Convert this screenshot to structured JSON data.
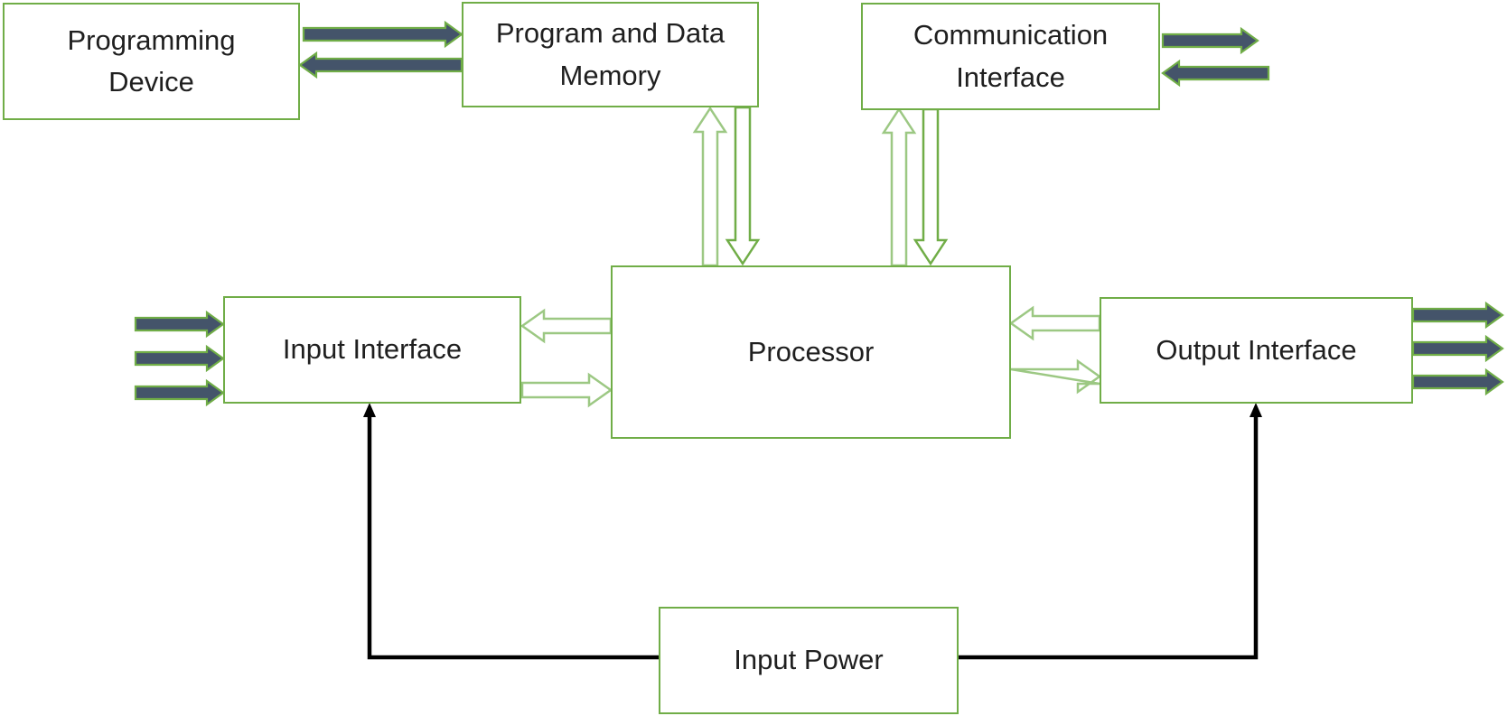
{
  "colors": {
    "box_border_green": "#70AD47",
    "arrow_dark_fill": "#44546A",
    "arrow_green_outline": "#70AD47",
    "arrow_light_green_outline": "#9CC883",
    "power_line_black": "#000000",
    "text": "#1f1f1f",
    "background": "#ffffff"
  },
  "nodes": {
    "programming_device": {
      "label": "Programming\nDevice"
    },
    "program_data_memory": {
      "label": "Program and Data\nMemory"
    },
    "communication_interface": {
      "label": "Communication\nInterface"
    },
    "input_interface": {
      "label": "Input Interface"
    },
    "processor": {
      "label": "Processor"
    },
    "output_interface": {
      "label": "Output Interface"
    },
    "input_power": {
      "label": "Input Power"
    }
  },
  "connections": [
    {
      "from": "programming_device",
      "to": "program_data_memory",
      "style": "solid-dark-arrow-pair",
      "direction": "bidirectional"
    },
    {
      "from": "communication_interface",
      "to": "external-right",
      "style": "solid-dark-arrow-pair",
      "direction": "bidirectional"
    },
    {
      "from": "external-left",
      "to": "input_interface",
      "style": "solid-dark-arrows",
      "count": 3,
      "direction": "in"
    },
    {
      "from": "output_interface",
      "to": "external-right",
      "style": "solid-dark-arrows",
      "count": 3,
      "direction": "out"
    },
    {
      "from": "processor",
      "to": "program_data_memory",
      "style": "hollow-green-arrow-pair",
      "direction": "bidirectional"
    },
    {
      "from": "processor",
      "to": "communication_interface",
      "style": "hollow-green-arrow-pair",
      "direction": "bidirectional"
    },
    {
      "from": "processor",
      "to": "input_interface",
      "style": "hollow-green-arrow-pair",
      "direction": "bidirectional"
    },
    {
      "from": "processor",
      "to": "output_interface",
      "style": "hollow-green-arrow-pair",
      "direction": "bidirectional"
    },
    {
      "from": "input_power",
      "to": "input_interface",
      "style": "black-power-line",
      "direction": "up"
    },
    {
      "from": "input_power",
      "to": "output_interface",
      "style": "black-power-line",
      "direction": "up"
    }
  ]
}
